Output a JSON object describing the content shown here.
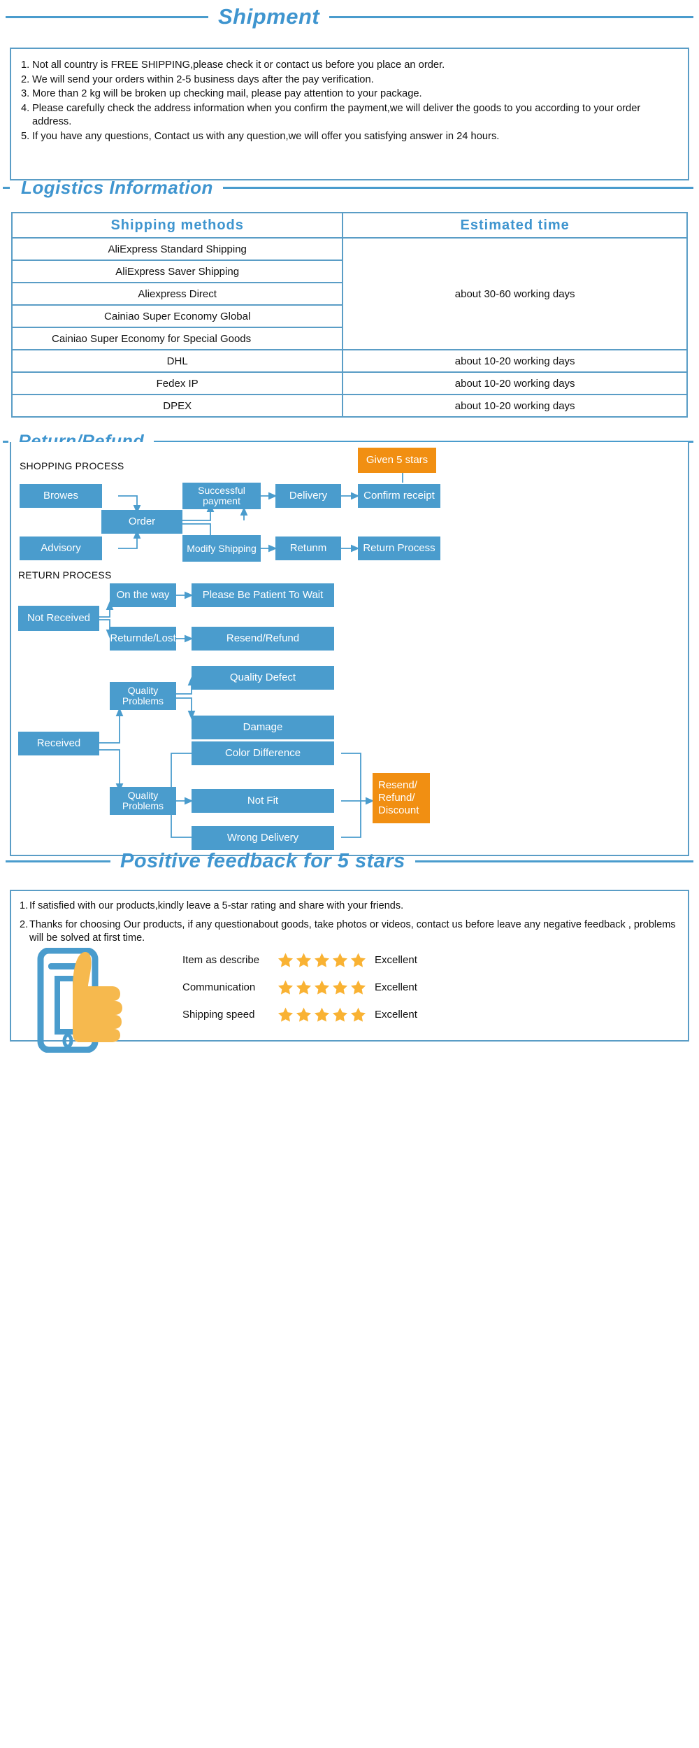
{
  "sections": {
    "shipment": {
      "title": "Shipment",
      "items": [
        {
          "num": "1.",
          "text": "Not all country is FREE SHIPPING,please check it or contact us before you place an order."
        },
        {
          "num": "2.",
          "text": "We will send your orders within 2-5 business days after the pay verification."
        },
        {
          "num": "3.",
          "text": "More than 2 kg will be broken up checking mail, please pay attention to your package."
        },
        {
          "num": "4.",
          "text": "Please carefully check the address information when you confirm the payment,we will deliver the goods to you according to your order address."
        },
        {
          "num": "5.",
          "text": "If you have any questions, Contact us with any question,we will offer you satisfying answer in 24 hours."
        }
      ]
    },
    "logistics": {
      "title": "Logistics  Information",
      "columns": [
        "Shipping  methods",
        "Estimated  time"
      ],
      "rows": [
        {
          "method": "AliExpress Standard Shipping",
          "time": "about 30-60 working days"
        },
        {
          "method": "AliExpress Saver Shipping",
          "time": ""
        },
        {
          "method": "Aliexpress Direct",
          "time": ""
        },
        {
          "method": "Cainiao Super Economy Global",
          "time": ""
        },
        {
          "method": "Cainiao Super Economy for Special Goods",
          "time": ""
        },
        {
          "method": "DHL",
          "time": "about 10-20 working days"
        },
        {
          "method": "Fedex IP",
          "time": "about 10-20 working days"
        },
        {
          "method": "DPEX",
          "time": "about 10-20 working days"
        }
      ],
      "grouped_time": "about 30-60 working days"
    },
    "return": {
      "title": "Return/Refund",
      "shopping_caption": "SHOPPING PROCESS",
      "return_caption": "RETURN PROCESS",
      "shopping_nodes": {
        "browes": "Browes",
        "order": "Order",
        "advisory": "Advisory",
        "successful_payment": "Successful payment",
        "modify_shipping": "Modify Shipping",
        "delivery": "Delivery",
        "returnm": "Retunm",
        "confirm_receipt": "Confirm receipt",
        "return_process": "Return Process",
        "given_5_stars": "Given 5 stars"
      },
      "return_nodes": {
        "not_received": "Not Received",
        "on_the_way": "On the way",
        "please_be_patient": "Please Be Patient To Wait",
        "returnde_lost": "Returnde/Lost",
        "resend_refund": "Resend/Refund",
        "received": "Received",
        "quality_problems_1": "Quality Problems",
        "quality_defect": "Quality Defect",
        "damage": "Damage",
        "quality_problems_2": "Quality Problems",
        "color_difference": "Color Difference",
        "not_fit": "Not Fit",
        "wrong_delivery": "Wrong Delivery",
        "resend_refund_discount": "Resend/ Refund/ Discount"
      }
    },
    "feedback": {
      "title": "Positive feedback for 5 stars",
      "items": [
        {
          "num": "1.",
          "text": "If satisfied with our products,kindly leave a 5-star rating and share with your friends."
        },
        {
          "num": "2.",
          "text": "Thanks for choosing Our products, if any questionabout goods, take photos or videos, contact us before leave any negative feedback , problems will be solved at first time."
        }
      ],
      "ratings": [
        {
          "label": "Item as describe",
          "stars": 5,
          "value": "Excellent"
        },
        {
          "label": "Communication",
          "stars": 5,
          "value": "Excellent"
        },
        {
          "label": "Shipping speed",
          "stars": 5,
          "value": "Excellent"
        }
      ]
    }
  },
  "colors": {
    "accent_blue": "#4a9ccd",
    "heading_blue": "#3f95cf",
    "border_blue": "#5a9dc6",
    "orange": "#f18f12",
    "star_gold": "#f9b233"
  }
}
